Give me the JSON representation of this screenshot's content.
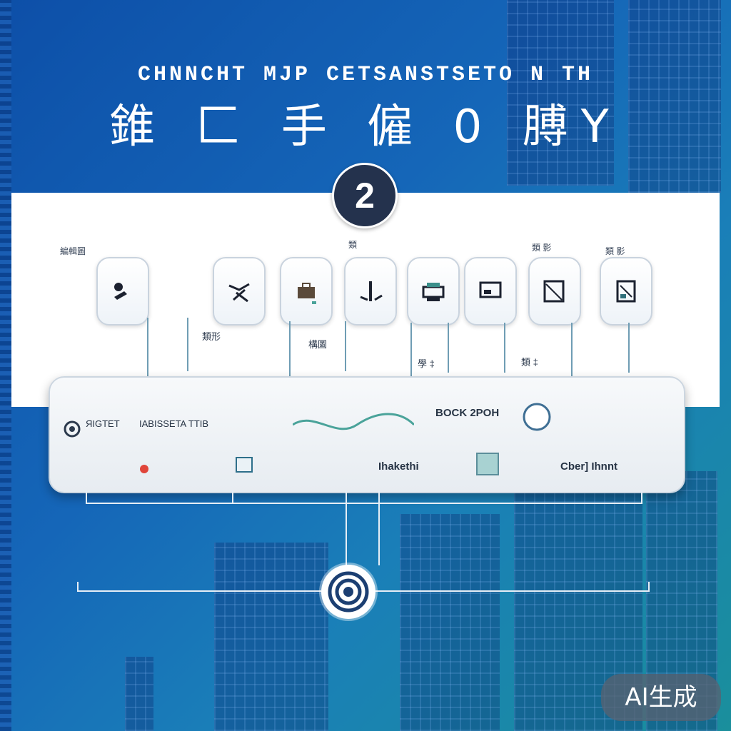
{
  "header": {
    "title_en": "CHNNCHT MJP CETSANSTSETO N TH",
    "title_cn": "錐 匚 手 僱 0 膊Υ",
    "step_number": "2"
  },
  "top_labels": [
    "編輯圖",
    "類",
    "類 影",
    "類 影"
  ],
  "icon_cards": [
    {
      "name": "person-icon"
    },
    {
      "name": "stamp-icon"
    },
    {
      "name": "briefcase-icon"
    },
    {
      "name": "figure-icon"
    },
    {
      "name": "printer-icon"
    },
    {
      "name": "monitor-icon"
    },
    {
      "name": "frame-icon"
    },
    {
      "name": "document-icon"
    }
  ],
  "mid_labels": [
    "類形",
    "構圖",
    "學 ‡",
    "類 ‡"
  ],
  "tray": {
    "labels": [
      "ЯIGTET",
      "IABISSETA TTIB",
      "BOCK 2POH",
      "Ihakethi",
      "Cber] Ihnnt"
    ]
  },
  "watermark": "AI生成",
  "colors": {
    "background": "#1566b8",
    "panel": "#ffffff",
    "badge": "#24324d",
    "accent": "#6f9db4"
  }
}
